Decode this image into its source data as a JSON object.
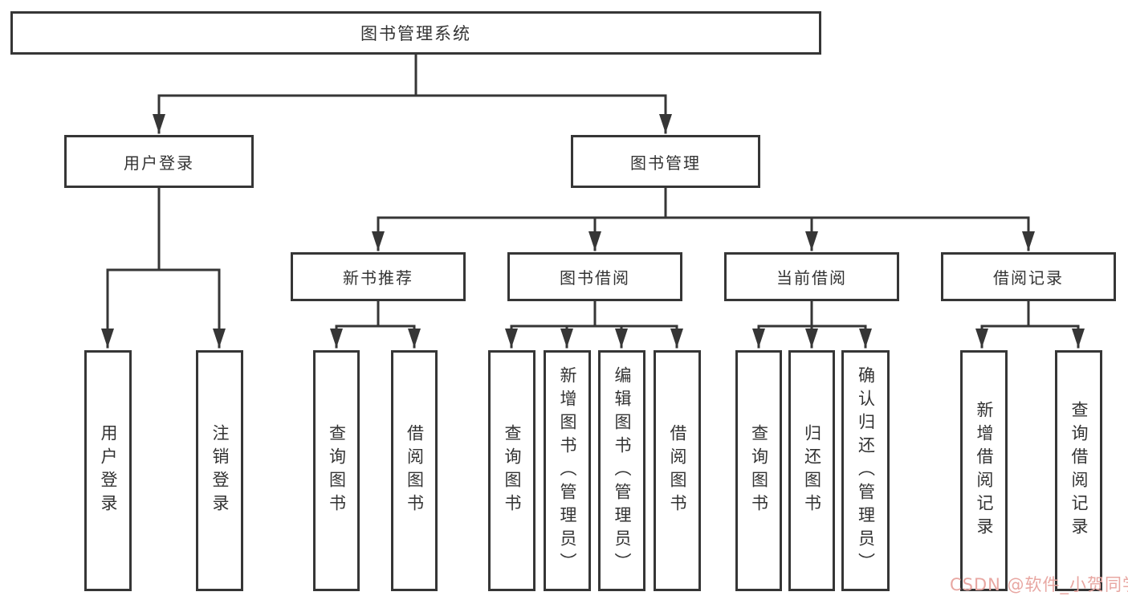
{
  "diagram": {
    "root": {
      "label": "图书管理系统"
    },
    "branches": {
      "user_login": {
        "label": "用户登录",
        "children": {
          "login": {
            "label": "用户登录"
          },
          "logout": {
            "label": "注销登录"
          }
        }
      },
      "book_management": {
        "label": "图书管理",
        "children": {
          "new_book_recommend": {
            "label": "新书推荐",
            "children": {
              "query_books": {
                "label": "查询图书"
              },
              "borrow_books": {
                "label": "借阅图书"
              }
            }
          },
          "book_borrow": {
            "label": "图书借阅",
            "children": {
              "query_books": {
                "label": "查询图书"
              },
              "add_books_admin": {
                "label": "新增图书（管理员）"
              },
              "edit_books_admin": {
                "label": "编辑图书（管理员）"
              },
              "borrow_books": {
                "label": "借阅图书"
              }
            }
          },
          "current_borrow": {
            "label": "当前借阅",
            "children": {
              "query_books": {
                "label": "查询图书"
              },
              "return_books": {
                "label": "归还图书"
              },
              "confirm_return_admin": {
                "label": "确认归还（管理员）"
              }
            }
          },
          "borrow_records": {
            "label": "借阅记录",
            "children": {
              "add_borrow_record": {
                "label": "新增借阅记录"
              },
              "query_borrow_record": {
                "label": "查询借阅记录"
              }
            }
          }
        }
      }
    }
  },
  "watermark": {
    "text": "CSDN @软件_小贺同学"
  },
  "colors": {
    "line": "#363636",
    "box_border": "#363636",
    "text": "#333333",
    "watermark": "#e8a7a2",
    "background": "#ffffff"
  }
}
